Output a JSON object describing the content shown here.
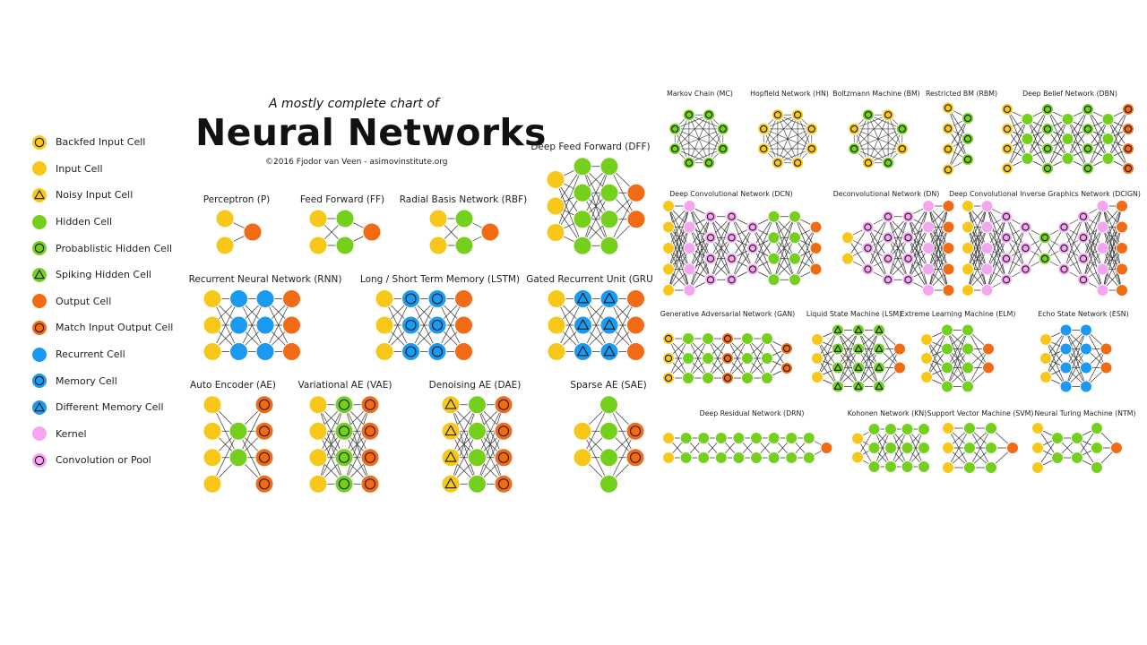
{
  "header": {
    "subtitle": "A mostly complete chart of",
    "title": "Neural Networks",
    "credit": "©2016 Fjodor van Veen - asimovinstitute.org"
  },
  "legend": [
    {
      "label": "Backfed Input Cell",
      "cell": "backfed"
    },
    {
      "label": "Input Cell",
      "cell": "input"
    },
    {
      "label": "Noisy Input Cell",
      "cell": "noisy"
    },
    {
      "label": "Hidden Cell",
      "cell": "hidden"
    },
    {
      "label": "Probablistic Hidden Cell",
      "cell": "prob"
    },
    {
      "label": "Spiking Hidden Cell",
      "cell": "spiking"
    },
    {
      "label": "Output Cell",
      "cell": "output"
    },
    {
      "label": "Match Input Output Cell",
      "cell": "match"
    },
    {
      "label": "Recurrent Cell",
      "cell": "recurrent"
    },
    {
      "label": "Memory Cell",
      "cell": "memory"
    },
    {
      "label": "Different Memory Cell",
      "cell": "diffmem"
    },
    {
      "label": "Kernel",
      "cell": "kernel"
    },
    {
      "label": "Convolution or Pool",
      "cell": "conv"
    }
  ],
  "colors": {
    "input": "#f7c81a",
    "hidden": "#74d01d",
    "output": "#f06b14",
    "recurrent": "#1a9af0",
    "kernel": "#f6a6f0",
    "stroke_ring": "#1a1a1a",
    "edge": "#333333"
  },
  "networks": [
    {
      "id": "p",
      "name": "Perceptron (P)",
      "layers": [
        [
          "input",
          "input"
        ],
        [
          "output"
        ]
      ]
    },
    {
      "id": "ff",
      "name": "Feed Forward (FF)",
      "layers": [
        [
          "input",
          "input"
        ],
        [
          "hidden",
          "hidden"
        ],
        [
          "output"
        ]
      ]
    },
    {
      "id": "rbf",
      "name": "Radial Basis Network (RBF)",
      "layers": [
        [
          "input",
          "input"
        ],
        [
          "hidden",
          "hidden"
        ],
        [
          "output"
        ]
      ]
    },
    {
      "id": "dff",
      "name": "Deep Feed Forward (DFF)",
      "layers": [
        [
          "input",
          "input",
          "input"
        ],
        [
          "hidden",
          "hidden",
          "hidden",
          "hidden"
        ],
        [
          "hidden",
          "hidden",
          "hidden",
          "hidden"
        ],
        [
          "output",
          "output"
        ]
      ]
    },
    {
      "id": "rnn",
      "name": "Recurrent Neural Network (RNN)",
      "layers": [
        [
          "input",
          "input",
          "input"
        ],
        [
          "recurrent",
          "recurrent",
          "recurrent"
        ],
        [
          "recurrent",
          "recurrent",
          "recurrent"
        ],
        [
          "output",
          "output",
          "output"
        ]
      ]
    },
    {
      "id": "lstm",
      "name": "Long / Short Term Memory (LSTM)",
      "layers": [
        [
          "input",
          "input",
          "input"
        ],
        [
          "memory",
          "memory",
          "memory"
        ],
        [
          "memory",
          "memory",
          "memory"
        ],
        [
          "output",
          "output",
          "output"
        ]
      ]
    },
    {
      "id": "gru",
      "name": "Gated Recurrent Unit (GRU",
      "layers": [
        [
          "input",
          "input",
          "input"
        ],
        [
          "diffmem",
          "diffmem",
          "diffmem"
        ],
        [
          "diffmem",
          "diffmem",
          "diffmem"
        ],
        [
          "output",
          "output",
          "output"
        ]
      ]
    },
    {
      "id": "ae",
      "name": "Auto Encoder (AE)",
      "layers": [
        [
          "input",
          "input",
          "input",
          "input"
        ],
        [
          "hidden",
          "hidden"
        ],
        [
          "match",
          "match",
          "match",
          "match"
        ]
      ]
    },
    {
      "id": "vae",
      "name": "Variational AE (VAE)",
      "layers": [
        [
          "input",
          "input",
          "input",
          "input"
        ],
        [
          "prob",
          "prob",
          "prob",
          "prob"
        ],
        [
          "match",
          "match",
          "match",
          "match"
        ]
      ]
    },
    {
      "id": "dae",
      "name": "Denoising AE (DAE)",
      "layers": [
        [
          "noisy",
          "noisy",
          "noisy",
          "noisy"
        ],
        [
          "hidden",
          "hidden",
          "hidden",
          "hidden"
        ],
        [
          "match",
          "match",
          "match",
          "match"
        ]
      ]
    },
    {
      "id": "sae",
      "name": "Sparse AE (SAE)",
      "layers": [
        [
          "input",
          "input"
        ],
        [
          "hidden",
          "hidden",
          "hidden",
          "hidden"
        ],
        [
          "match",
          "match"
        ]
      ]
    },
    {
      "id": "mc",
      "name": "Markov Chain (MC)",
      "ring": "prob",
      "count": 8
    },
    {
      "id": "hn",
      "name": "Hopfield Network (HN)",
      "ring": "backfed",
      "count": 8
    },
    {
      "id": "bm",
      "name": "Boltzmann Machine (BM)",
      "ring": "mixed",
      "count": 8
    },
    {
      "id": "rbm",
      "name": "Restricted BM (RBM)",
      "layers": [
        [
          "backfed",
          "backfed",
          "backfed",
          "backfed"
        ],
        [
          "prob",
          "prob",
          "prob"
        ]
      ]
    },
    {
      "id": "dbn",
      "name": "Deep Belief Network (DBN)",
      "layers": [
        [
          "backfed",
          "backfed",
          "backfed",
          "backfed"
        ],
        [
          "hidden",
          "hidden",
          "hidden"
        ],
        [
          "prob",
          "prob",
          "prob",
          "prob"
        ],
        [
          "hidden",
          "hidden",
          "hidden"
        ],
        [
          "prob",
          "prob",
          "prob",
          "prob"
        ],
        [
          "hidden",
          "hidden",
          "hidden"
        ],
        [
          "match",
          "match",
          "match",
          "match"
        ]
      ]
    },
    {
      "id": "dcn",
      "name": "Deep Convolutional Network (DCN)",
      "layers": [
        [
          "input",
          "input",
          "input",
          "input",
          "input"
        ],
        [
          "kernel",
          "kernel",
          "kernel",
          "kernel",
          "kernel"
        ],
        [
          "conv",
          "conv",
          "conv",
          "conv"
        ],
        [
          "conv",
          "conv",
          "conv",
          "conv"
        ],
        [
          "conv",
          "conv",
          "conv"
        ],
        [
          "hidden",
          "hidden",
          "hidden",
          "hidden"
        ],
        [
          "hidden",
          "hidden",
          "hidden",
          "hidden"
        ],
        [
          "output",
          "output",
          "output"
        ]
      ]
    },
    {
      "id": "dn",
      "name": "Deconvolutional Network (DN)",
      "layers": [
        [
          "input",
          "input"
        ],
        [
          "conv",
          "conv",
          "conv"
        ],
        [
          "conv",
          "conv",
          "conv",
          "conv"
        ],
        [
          "conv",
          "conv",
          "conv",
          "conv"
        ],
        [
          "kernel",
          "kernel",
          "kernel",
          "kernel",
          "kernel"
        ],
        [
          "output",
          "output",
          "output",
          "output",
          "output"
        ]
      ]
    },
    {
      "id": "dcign",
      "name": "Deep Convolutional Inverse Graphics Network (DCIGN)",
      "layers": [
        [
          "input",
          "input",
          "input",
          "input",
          "input"
        ],
        [
          "kernel",
          "kernel",
          "kernel",
          "kernel",
          "kernel"
        ],
        [
          "conv",
          "conv",
          "conv",
          "conv"
        ],
        [
          "conv",
          "conv",
          "conv"
        ],
        [
          "prob",
          "prob"
        ],
        [
          "conv",
          "conv",
          "conv"
        ],
        [
          "conv",
          "conv",
          "conv",
          "conv"
        ],
        [
          "kernel",
          "kernel",
          "kernel",
          "kernel",
          "kernel"
        ],
        [
          "output",
          "output",
          "output",
          "output",
          "output"
        ]
      ]
    },
    {
      "id": "gan",
      "name": "Generative Adversarial Network (GAN)",
      "layers": [
        [
          "backfed",
          "backfed",
          "backfed"
        ],
        [
          "hidden",
          "hidden",
          "hidden"
        ],
        [
          "hidden",
          "hidden",
          "hidden"
        ],
        [
          "match",
          "match",
          "match"
        ],
        [
          "hidden",
          "hidden",
          "hidden"
        ],
        [
          "hidden",
          "hidden",
          "hidden"
        ],
        [
          "match",
          "match"
        ]
      ]
    },
    {
      "id": "lsm",
      "name": "Liquid State Machine (LSM)",
      "layers": [
        [
          "input",
          "input",
          "input"
        ],
        [
          "spiking",
          "spiking",
          "spiking",
          "spiking"
        ],
        [
          "spiking",
          "spiking",
          "spiking",
          "spiking"
        ],
        [
          "spiking",
          "spiking",
          "spiking",
          "spiking"
        ],
        [
          "output",
          "output"
        ]
      ]
    },
    {
      "id": "elm",
      "name": "Extreme Learning Machine (ELM)",
      "layers": [
        [
          "input",
          "input",
          "input"
        ],
        [
          "hidden",
          "hidden",
          "hidden",
          "hidden"
        ],
        [
          "hidden",
          "hidden",
          "hidden",
          "hidden"
        ],
        [
          "output",
          "output"
        ]
      ]
    },
    {
      "id": "esn",
      "name": "Echo State Network (ESN)",
      "layers": [
        [
          "input",
          "input",
          "input"
        ],
        [
          "recurrent",
          "recurrent",
          "recurrent",
          "recurrent"
        ],
        [
          "recurrent",
          "recurrent",
          "recurrent",
          "recurrent"
        ],
        [
          "output",
          "output"
        ]
      ]
    },
    {
      "id": "drn",
      "name": "Deep Residual Network (DRN)",
      "layers": [
        [
          "input",
          "input"
        ],
        [
          "hidden",
          "hidden"
        ],
        [
          "hidden",
          "hidden"
        ],
        [
          "hidden",
          "hidden"
        ],
        [
          "hidden",
          "hidden"
        ],
        [
          "hidden",
          "hidden"
        ],
        [
          "hidden",
          "hidden"
        ],
        [
          "hidden",
          "hidden"
        ],
        [
          "hidden",
          "hidden"
        ],
        [
          "output"
        ]
      ]
    },
    {
      "id": "kn",
      "name": "Kohonen Network (KN)",
      "layers": [
        [
          "input",
          "input"
        ],
        [
          "hidden",
          "hidden",
          "hidden"
        ],
        [
          "hidden",
          "hidden",
          "hidden"
        ],
        [
          "hidden",
          "hidden",
          "hidden"
        ],
        [
          "hidden",
          "hidden",
          "hidden"
        ]
      ]
    },
    {
      "id": "svm",
      "name": "Support Vector Machine (SVM)",
      "layers": [
        [
          "input",
          "input",
          "input"
        ],
        [
          "hidden",
          "hidden",
          "hidden"
        ],
        [
          "hidden",
          "hidden",
          "hidden"
        ],
        [
          "output"
        ]
      ]
    },
    {
      "id": "ntm",
      "name": "Neural Turing Machine (NTM)",
      "layers": [
        [
          "input",
          "input",
          "input"
        ],
        [
          "hidden",
          "hidden"
        ],
        [
          "hidden",
          "hidden"
        ],
        [
          "hidden",
          "hidden",
          "hidden"
        ],
        [
          "output"
        ]
      ]
    }
  ]
}
